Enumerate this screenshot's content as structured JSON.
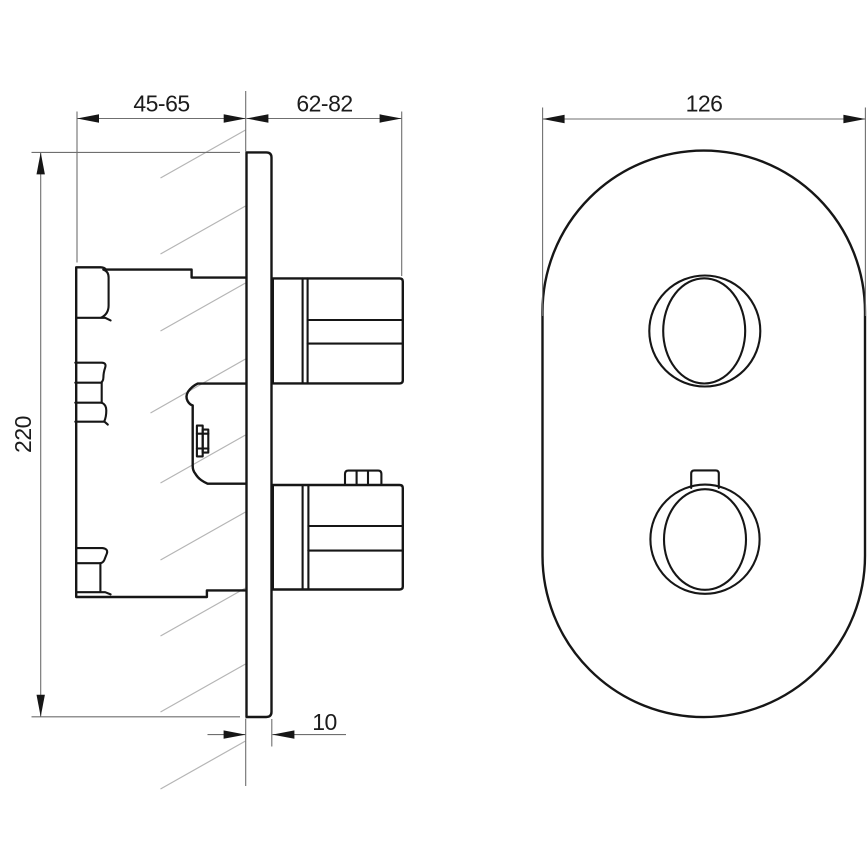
{
  "drawing": {
    "type": "technical-dimension-drawing",
    "side_view": {
      "label_depth_behind_wall": "45-65",
      "label_depth_in_front": "62-82",
      "label_total_height": "220",
      "label_plate_thickness": "10"
    },
    "front_view": {
      "label_plate_width": "126"
    }
  },
  "colors": {
    "outline": "#161616",
    "dimension": "#6f6f6f",
    "hatch": "#b5b5b5",
    "text": "#1c1c1c",
    "background": "#ffffff"
  }
}
